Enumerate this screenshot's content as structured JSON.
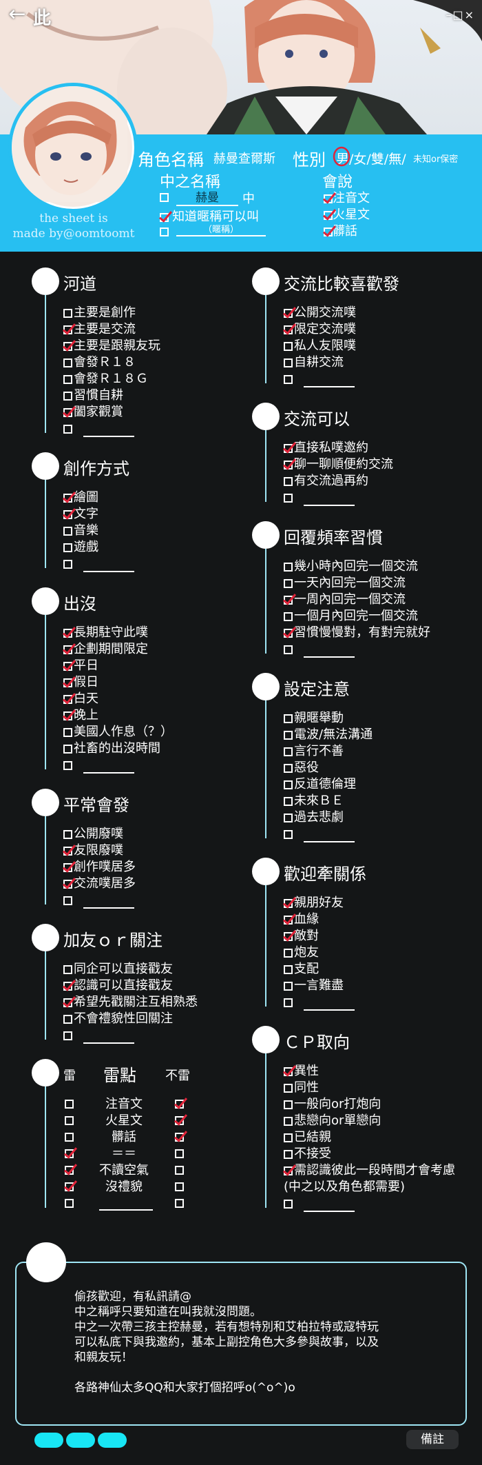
{
  "header": {
    "title": "此",
    "window_controls": "–□×",
    "credit": [
      "the sheet is",
      "made by@oomtoomt"
    ],
    "name_label": "角色名稱",
    "name_value": "赫曼查爾斯",
    "gender_label": "性別",
    "gender_options": "男/女/雙/無/",
    "gender_note": "未知or保密",
    "zh_name_label": "中之名稱",
    "zh_name_value": "赫曼",
    "zh_suffix": "中",
    "zh_know_text": "知道暱稱可以叫",
    "zh_nick_placeholder": "（暱稱）",
    "lang_label": "會說",
    "langs": [
      "注音文",
      "火星文",
      "髒話"
    ]
  },
  "left": [
    {
      "title": "河道",
      "items": [
        {
          "t": "主要是創作",
          "c": false
        },
        {
          "t": "主要是交流",
          "c": true
        },
        {
          "t": "主要是跟親友玩",
          "c": true
        },
        {
          "t": "會發Ｒ１８",
          "c": false
        },
        {
          "t": "會發Ｒ１８Ｇ",
          "c": false
        },
        {
          "t": "習慣自耕",
          "c": false
        },
        {
          "t": "闔家觀賞",
          "c": true
        },
        {
          "t": "",
          "c": false
        }
      ]
    },
    {
      "title": "創作方式",
      "items": [
        {
          "t": "繪圖",
          "c": true
        },
        {
          "t": "文字",
          "c": true
        },
        {
          "t": "音樂",
          "c": false
        },
        {
          "t": "遊戲",
          "c": false
        },
        {
          "t": "",
          "c": false
        }
      ]
    },
    {
      "title": "出沒",
      "items": [
        {
          "t": "長期駐守此噗",
          "c": true
        },
        {
          "t": "企劃期間限定",
          "c": true
        },
        {
          "t": "平日",
          "c": true
        },
        {
          "t": "假日",
          "c": true
        },
        {
          "t": "白天",
          "c": true
        },
        {
          "t": "晚上",
          "c": true
        },
        {
          "t": "美國人作息（？）",
          "c": false
        },
        {
          "t": "社畜的出沒時間",
          "c": false
        },
        {
          "t": "",
          "c": false
        }
      ]
    },
    {
      "title": "平常會發",
      "items": [
        {
          "t": "公開廢噗",
          "c": false
        },
        {
          "t": "友限廢噗",
          "c": true
        },
        {
          "t": "創作噗居多",
          "c": true
        },
        {
          "t": "交流噗居多",
          "c": true
        },
        {
          "t": "",
          "c": false
        }
      ]
    },
    {
      "title": "加友ｏｒ關注",
      "items": [
        {
          "t": "同企可以直接戳友",
          "c": false
        },
        {
          "t": "認識可以直接戳友",
          "c": true
        },
        {
          "t": "希望先戳關注互相熟悉",
          "c": true
        },
        {
          "t": "不會禮貌性回關注",
          "c": false
        },
        {
          "t": "",
          "c": false
        }
      ]
    }
  ],
  "thunder": {
    "left_label": "雷",
    "title": "雷點",
    "right_label": "不雷",
    "rows": [
      {
        "t": "注音文",
        "l": false,
        "r": true
      },
      {
        "t": "火星文",
        "l": false,
        "r": true
      },
      {
        "t": "髒話",
        "l": false,
        "r": true
      },
      {
        "t": "＝＝",
        "l": true,
        "r": false
      },
      {
        "t": "不讀空氣",
        "l": true,
        "r": false
      },
      {
        "t": "沒禮貌",
        "l": true,
        "r": false
      },
      {
        "t": "",
        "l": false,
        "r": false
      }
    ]
  },
  "right": [
    {
      "title": "交流比較喜歡發",
      "items": [
        {
          "t": "公開交流噗",
          "c": true
        },
        {
          "t": "限定交流噗",
          "c": true
        },
        {
          "t": "私人友限噗",
          "c": false
        },
        {
          "t": "自耕交流",
          "c": false
        },
        {
          "t": "",
          "c": false
        }
      ]
    },
    {
      "title": "交流可以",
      "items": [
        {
          "t": "直接私噗邀約",
          "c": true
        },
        {
          "t": "聊一聊順便約交流",
          "c": true
        },
        {
          "t": "有交流過再約",
          "c": false
        },
        {
          "t": "",
          "c": false
        }
      ]
    },
    {
      "title": "回覆頻率習慣",
      "items": [
        {
          "t": "幾小時內回完一個交流",
          "c": false
        },
        {
          "t": "一天內回完一個交流",
          "c": false
        },
        {
          "t": "一周內回完一個交流",
          "c": true
        },
        {
          "t": "一個月內回完一個交流",
          "c": false
        },
        {
          "t": "習慣慢慢對，有對完就好",
          "c": true
        },
        {
          "t": "",
          "c": false
        }
      ]
    },
    {
      "title": "設定注意",
      "items": [
        {
          "t": "親暱舉動",
          "c": false
        },
        {
          "t": "電波/無法溝通",
          "c": false
        },
        {
          "t": "言行不善",
          "c": false
        },
        {
          "t": "惡役",
          "c": false
        },
        {
          "t": "反道德倫理",
          "c": false
        },
        {
          "t": "未來ＢＥ",
          "c": false
        },
        {
          "t": "過去悲劇",
          "c": false
        },
        {
          "t": "",
          "c": false
        }
      ]
    },
    {
      "title": "歡迎牽關係",
      "items": [
        {
          "t": "親朋好友",
          "c": true
        },
        {
          "t": "血緣",
          "c": true
        },
        {
          "t": "敵對",
          "c": true
        },
        {
          "t": "炮友",
          "c": false
        },
        {
          "t": "支配",
          "c": false
        },
        {
          "t": "一言難盡",
          "c": false
        },
        {
          "t": "",
          "c": false
        }
      ]
    },
    {
      "title": "ＣＰ取向",
      "items": [
        {
          "t": "異性",
          "c": true
        },
        {
          "t": "同性",
          "c": false
        },
        {
          "t": "一般向or打炮向",
          "c": false
        },
        {
          "t": "悲戀向or單戀向",
          "c": false
        },
        {
          "t": "已結親",
          "c": false
        },
        {
          "t": "不接受",
          "c": false
        },
        {
          "t": "需認識彼此一段時間才會考慮",
          "c": true
        },
        {
          "t": "(中之以及角色都需要)",
          "c": false,
          "nobox": true
        },
        {
          "t": "",
          "c": false
        }
      ]
    }
  ],
  "remark": {
    "lines": [
      "偷孩歡迎，有私訊請@",
      "中之稱呼只要知道在叫我就沒問題。",
      "中之一次帶三孩主控赫曼，若有想特別和艾柏拉特或寇特玩",
      "可以私底下與我邀約，基本上副控角色大多參與故事，以及",
      "和親友玩！",
      "",
      "各路神仙太多QQ和大家打個招呼o(^o^)o"
    ],
    "button": "備註"
  },
  "colors": {
    "accent": "#27bff1",
    "check": "#e2243a",
    "line": "#9fe6f5",
    "pill": "#18e6f5"
  }
}
